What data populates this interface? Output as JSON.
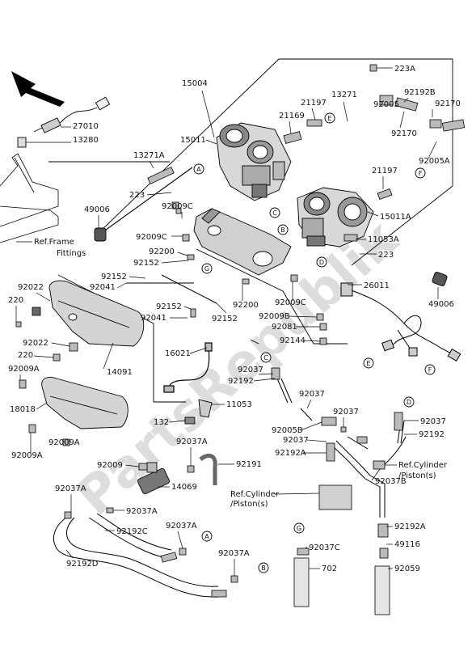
{
  "watermark": "PartsRepublik",
  "part_labels": [
    {
      "id": "p-15004",
      "text": "15004"
    },
    {
      "id": "p-223A",
      "text": "223A"
    },
    {
      "id": "p-13271",
      "text": "13271"
    },
    {
      "id": "p-92005",
      "text": "92005"
    },
    {
      "id": "p-92192B",
      "text": "92192B"
    },
    {
      "id": "p-92170a",
      "text": "92170"
    },
    {
      "id": "p-21197a",
      "text": "21197"
    },
    {
      "id": "p-21169",
      "text": "21169"
    },
    {
      "id": "p-92170b",
      "text": "92170"
    },
    {
      "id": "p-27010",
      "text": "27010"
    },
    {
      "id": "p-13280",
      "text": "13280"
    },
    {
      "id": "p-15011",
      "text": "15011"
    },
    {
      "id": "p-92005A",
      "text": "92005A"
    },
    {
      "id": "p-13271A",
      "text": "13271A"
    },
    {
      "id": "p-21197b",
      "text": "21197"
    },
    {
      "id": "p-223a",
      "text": "223"
    },
    {
      "id": "p-49006a",
      "text": "49006"
    },
    {
      "id": "p-92009C-a",
      "text": "92009C"
    },
    {
      "id": "p-15011A",
      "text": "15011A"
    },
    {
      "id": "p-92009C-b",
      "text": "92009C"
    },
    {
      "id": "p-11053A",
      "text": "11053A"
    },
    {
      "id": "p-92200a",
      "text": "92200"
    },
    {
      "id": "p-223b",
      "text": "223"
    },
    {
      "id": "p-92152a",
      "text": "92152"
    },
    {
      "id": "p-92152b",
      "text": "92152"
    },
    {
      "id": "p-92041a",
      "text": "92041"
    },
    {
      "id": "p-26011",
      "text": "26011"
    },
    {
      "id": "p-92022a",
      "text": "92022"
    },
    {
      "id": "p-220a",
      "text": "220"
    },
    {
      "id": "p-92009C-c",
      "text": "92009C"
    },
    {
      "id": "p-49006b",
      "text": "49006"
    },
    {
      "id": "p-92152c",
      "text": "92152"
    },
    {
      "id": "p-92200b",
      "text": "92200"
    },
    {
      "id": "p-92041b",
      "text": "92041"
    },
    {
      "id": "p-92152d",
      "text": "92152"
    },
    {
      "id": "p-92009B",
      "text": "92009B"
    },
    {
      "id": "p-92081",
      "text": "92081"
    },
    {
      "id": "p-92022b",
      "text": "92022"
    },
    {
      "id": "p-92144",
      "text": "92144"
    },
    {
      "id": "p-220b",
      "text": "220"
    },
    {
      "id": "p-16021",
      "text": "16021"
    },
    {
      "id": "p-14091",
      "text": "14091"
    },
    {
      "id": "p-92009A-a",
      "text": "92009A"
    },
    {
      "id": "p-92037a",
      "text": "92037"
    },
    {
      "id": "p-92192a",
      "text": "92192"
    },
    {
      "id": "p-18018",
      "text": "18018"
    },
    {
      "id": "p-92037b",
      "text": "92037"
    },
    {
      "id": "p-11053",
      "text": "11053"
    },
    {
      "id": "p-92037c",
      "text": "92037"
    },
    {
      "id": "p-92037d",
      "text": "92037"
    },
    {
      "id": "p-132",
      "text": "132"
    },
    {
      "id": "p-92005B",
      "text": "92005B"
    },
    {
      "id": "p-92192b",
      "text": "92192"
    },
    {
      "id": "p-92037e",
      "text": "92037"
    },
    {
      "id": "p-92009A-b",
      "text": "92009A"
    },
    {
      "id": "p-92037A-a",
      "text": "92037A"
    },
    {
      "id": "p-92192A",
      "text": "92192A"
    },
    {
      "id": "p-92009A-c",
      "text": "92009A"
    },
    {
      "id": "p-92009",
      "text": "92009"
    },
    {
      "id": "p-92191",
      "text": "92191"
    },
    {
      "id": "p-refcyl1a",
      "text": "Ref.Cylinder"
    },
    {
      "id": "p-refcyl1b",
      "text": "/Piston(s)"
    },
    {
      "id": "p-92037A-b",
      "text": "92037A"
    },
    {
      "id": "p-14069",
      "text": "14069"
    },
    {
      "id": "p-92037B",
      "text": "92037B"
    },
    {
      "id": "p-refcyl2a",
      "text": "Ref.Cylinder"
    },
    {
      "id": "p-refcyl2b",
      "text": "/Piston(s)"
    },
    {
      "id": "p-92037A-c",
      "text": "92037A"
    },
    {
      "id": "p-92192C",
      "text": "92192C"
    },
    {
      "id": "p-92037A-d",
      "text": "92037A"
    },
    {
      "id": "p-92192A-b",
      "text": "92192A"
    },
    {
      "id": "p-92037C",
      "text": "92037C"
    },
    {
      "id": "p-49116",
      "text": "49116"
    },
    {
      "id": "p-92192D",
      "text": "92192D"
    },
    {
      "id": "p-92037A-e",
      "text": "92037A"
    },
    {
      "id": "p-702",
      "text": "702"
    },
    {
      "id": "p-92059",
      "text": "92059"
    },
    {
      "id": "p-refframe-a",
      "text": "Ref.Frame"
    },
    {
      "id": "p-refframe-b",
      "text": "Fittings"
    }
  ],
  "callouts": [
    "A",
    "B",
    "C",
    "D",
    "E",
    "F",
    "G"
  ],
  "callout_instances": [
    {
      "id": "c-E1",
      "letter": "E"
    },
    {
      "id": "c-F1",
      "letter": "F"
    },
    {
      "id": "c-A1",
      "letter": "A"
    },
    {
      "id": "c-C1",
      "letter": "C"
    },
    {
      "id": "c-B1",
      "letter": "B"
    },
    {
      "id": "c-D1",
      "letter": "D"
    },
    {
      "id": "c-G1",
      "letter": "G"
    },
    {
      "id": "c-C2",
      "letter": "C"
    },
    {
      "id": "c-E2",
      "letter": "E"
    },
    {
      "id": "c-F2",
      "letter": "F"
    },
    {
      "id": "c-D2",
      "letter": "D"
    },
    {
      "id": "c-A2",
      "letter": "A"
    },
    {
      "id": "c-G2",
      "letter": "G"
    },
    {
      "id": "c-B2",
      "letter": "B"
    }
  ]
}
